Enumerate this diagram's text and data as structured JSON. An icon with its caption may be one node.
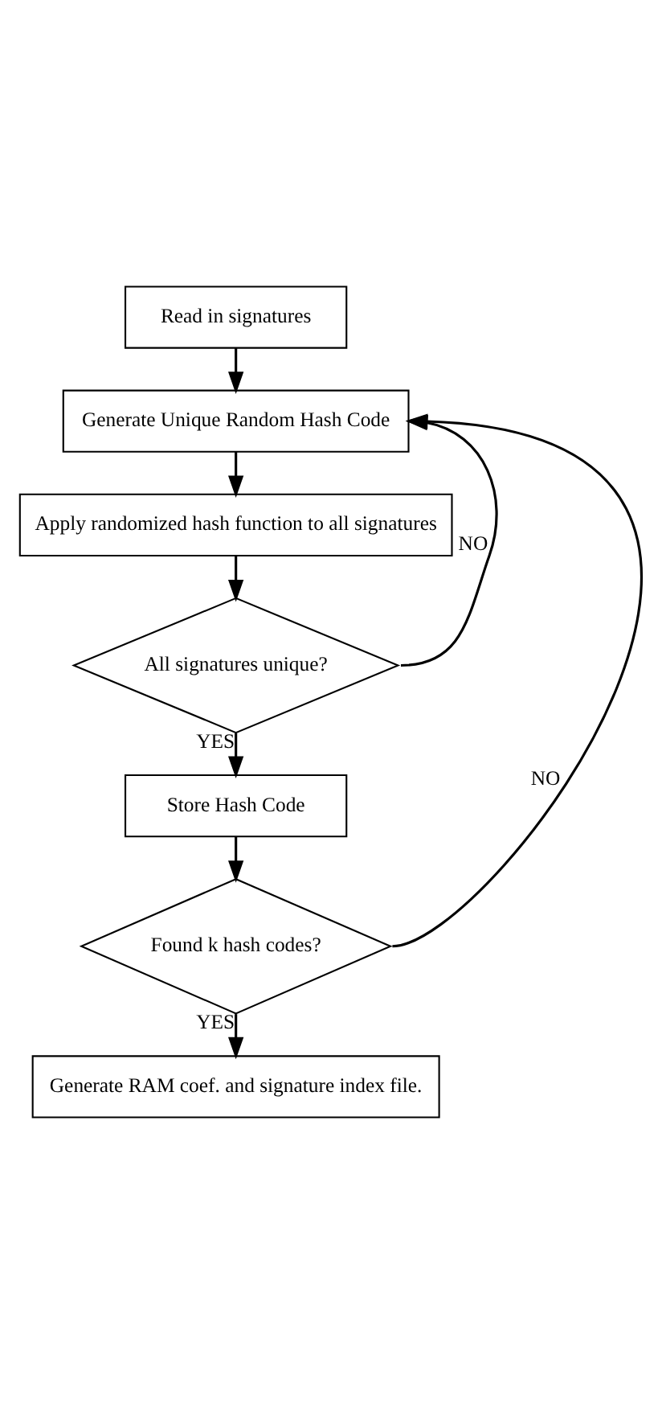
{
  "diagram": {
    "nodes": [
      {
        "text": [
          "Read in signatures"
        ]
      },
      {
        "text": [
          "Generate Unique Random Hash Code"
        ]
      },
      {
        "text": [
          "Apply randomized hash function to all signatures"
        ]
      },
      {
        "text": [
          "All signatures unique?"
        ]
      },
      {
        "text": [
          "Store Hash Code"
        ]
      },
      {
        "text": [
          "Found k hash codes?"
        ]
      },
      {
        "text": [
          "Generate RAM coef. and signature index file."
        ]
      }
    ],
    "edges": [
      {
        "from": 0,
        "to": 1,
        "arrow": "to"
      },
      {
        "from": 1,
        "to": 2,
        "arrow": "to"
      },
      {
        "from": 2,
        "to": 3,
        "arrow": "to"
      },
      {
        "from": 3,
        "to": 1,
        "arrow": "to",
        "label": "NO"
      },
      {
        "from": 3,
        "to": 4,
        "arrow": "to",
        "label": "YES"
      },
      {
        "from": 4,
        "to": 5,
        "arrow": "to"
      },
      {
        "from": 5,
        "to": 1,
        "arrow": "to",
        "label": "NO"
      },
      {
        "from": 5,
        "to": 6,
        "arrow": "to",
        "label": "YES"
      }
    ]
  }
}
